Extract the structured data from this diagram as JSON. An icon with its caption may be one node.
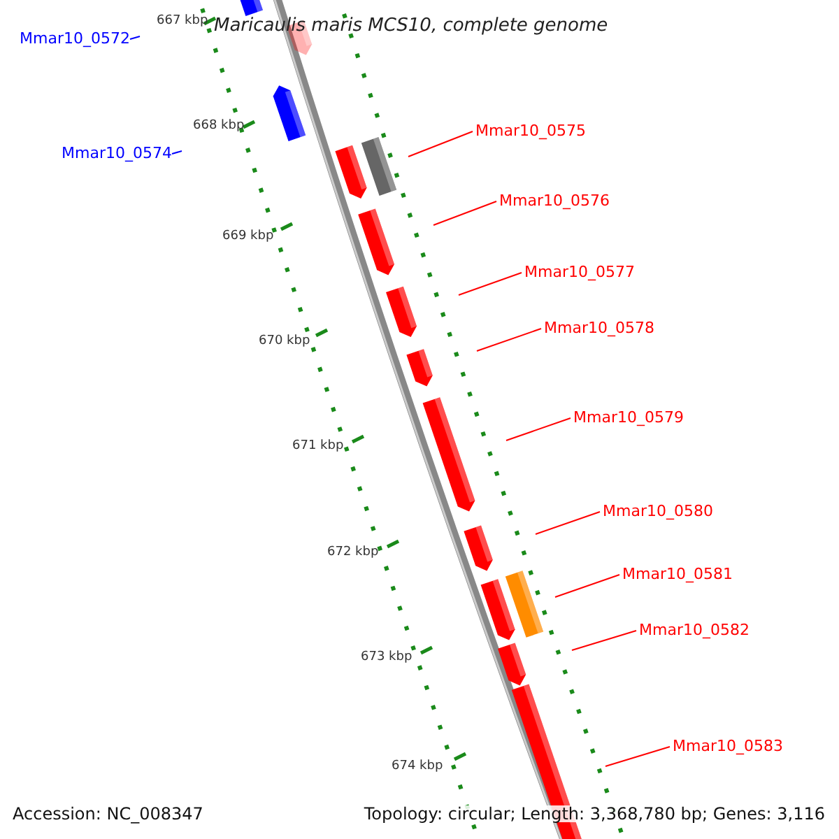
{
  "diagram": {
    "title": "Maricaulis maris MCS10, complete genome",
    "nodes": [
      {
        "text": [
          "Mmar10_0572"
        ]
      },
      {
        "text": [
          "Mmar10_0574"
        ]
      },
      {
        "text": [
          "Mmar10_0575"
        ]
      },
      {
        "text": [
          "Mmar10_0576"
        ]
      },
      {
        "text": [
          "Mmar10_0577"
        ]
      },
      {
        "text": [
          "Mmar10_0578"
        ]
      },
      {
        "text": [
          "Mmar10_0579"
        ]
      },
      {
        "text": [
          "Mmar10_0580"
        ]
      },
      {
        "text": [
          "Mmar10_0581"
        ]
      },
      {
        "text": [
          "Mmar10_0582"
        ]
      },
      {
        "text": [
          "Mmar10_0583"
        ]
      }
    ],
    "edges": [
      {
        "from": 0,
        "to": null,
        "arrow": "none",
        "color": "#0000ff"
      },
      {
        "from": 1,
        "to": null,
        "arrow": "none",
        "color": "#0000ff"
      },
      {
        "from": 2,
        "to": null,
        "arrow": "none"
      },
      {
        "from": 3,
        "to": null,
        "arrow": "none"
      },
      {
        "from": 4,
        "to": null,
        "arrow": "none"
      },
      {
        "from": 5,
        "to": null,
        "arrow": "none"
      },
      {
        "from": 6,
        "to": null,
        "arrow": "none"
      },
      {
        "from": 7,
        "to": null,
        "arrow": "none"
      },
      {
        "from": 8,
        "to": null,
        "arrow": "none"
      },
      {
        "from": 9,
        "to": null,
        "arrow": "none"
      },
      {
        "from": 10,
        "to": null,
        "arrow": "none"
      }
    ],
    "labels": [
      "667 kbp",
      "668 kbp",
      "669 kbp",
      "670 kbp",
      "671 kbp",
      "672 kbp",
      "673 kbp",
      "674 kbp",
      "Accession: NC_008347",
      "Topology: circular; Length: 3,368,780 bp; Genes: 3,116"
    ]
  }
}
